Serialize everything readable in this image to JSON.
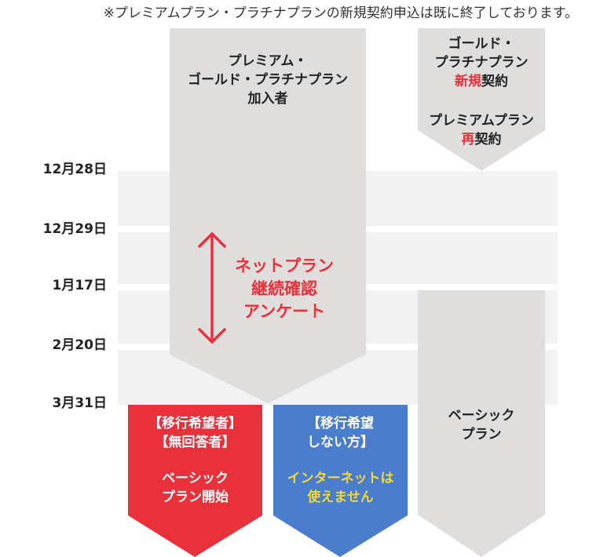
{
  "notice": "※プレミアムプラン・プラチナプランの新規契約申込は既に終了しております。",
  "timeline": {
    "dates": [
      "12月28日",
      "12月29日",
      "1月17日",
      "2月20日",
      "3月31日"
    ]
  },
  "existing_members": {
    "line1": "プレミアム・",
    "line2": "ゴールド・プラチナプラン",
    "line3": "加入者"
  },
  "new_contract": {
    "line1": "ゴールド・",
    "line2": "プラチナプラン",
    "line3_accent": "新規",
    "line3_rest": "契約",
    "line4": "プレミアムプラン",
    "line5_accent": "再",
    "line5_rest": "契約"
  },
  "survey": {
    "line1": "ネットプラン",
    "line2": "継続確認",
    "line3": "アンケート"
  },
  "outcome_red": {
    "line1": "【移行希望者】",
    "line2": "【無回答者】",
    "line3": "ベーシック",
    "line4": "プラン開始"
  },
  "outcome_blue": {
    "line1": "【移行希望",
    "line2": "しない方】",
    "line3": "インターネットは",
    "line4": "使えません"
  },
  "basic_plan": {
    "line1": "ベーシック",
    "line2": "プラン"
  },
  "colors": {
    "gray_block": "#e0dddd",
    "band": "#f2f2f2",
    "accent_red": "#e8313a",
    "outcome_red": "#e8313a",
    "outcome_blue": "#4a7dcc",
    "yellow_text": "#f5d832"
  }
}
